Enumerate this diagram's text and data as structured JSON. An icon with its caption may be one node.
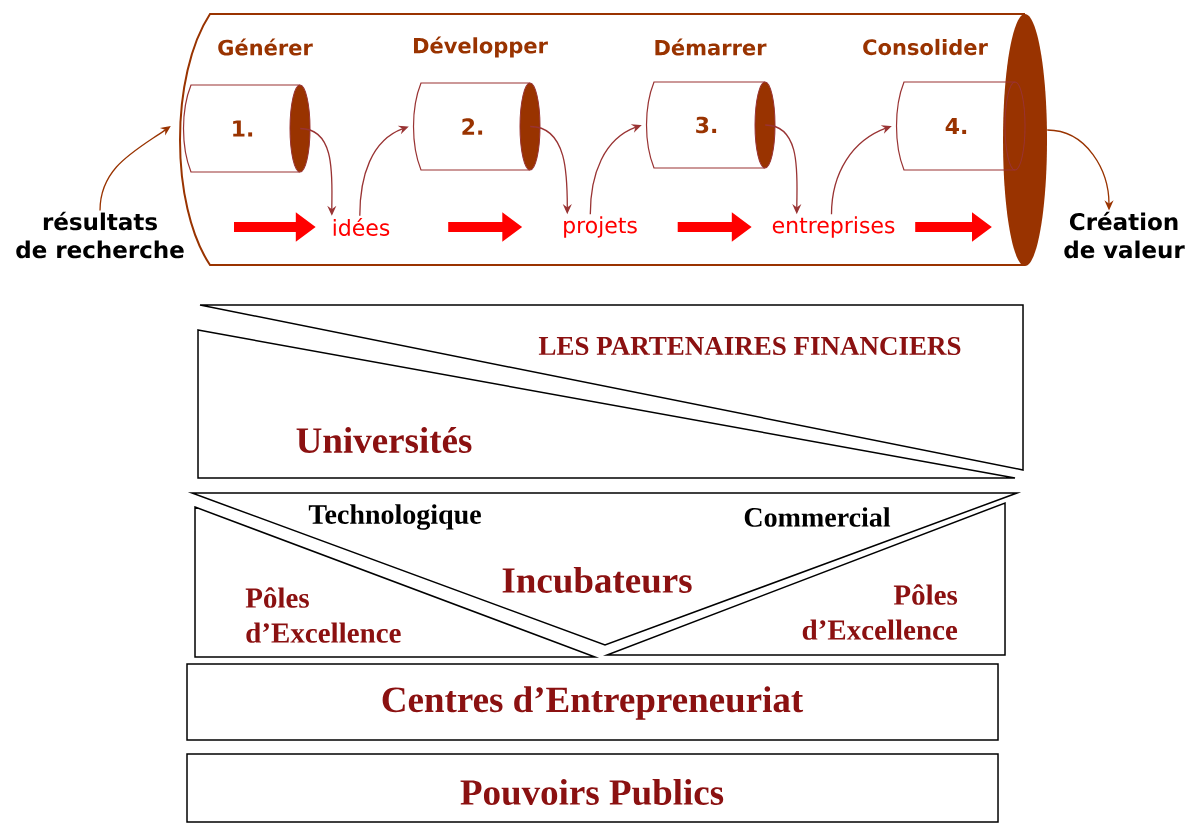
{
  "diagram": {
    "nodes": [
      {
        "text": [],
        "shape": "cylinder"
      },
      {
        "text": [
          "Générer",
          "1."
        ],
        "in": 0
      },
      {
        "text": [
          "Développer",
          "2."
        ],
        "in": 0
      },
      {
        "text": [
          "Démarrer",
          "3."
        ],
        "in": 0
      },
      {
        "text": [
          "Consolider",
          "4."
        ],
        "in": 0
      },
      {
        "text": [
          "idées"
        ],
        "in": 0
      },
      {
        "text": [
          "projets"
        ],
        "in": 0
      },
      {
        "text": [
          "entreprises"
        ],
        "in": 0
      },
      {
        "text": [
          "résultats de recherche"
        ]
      },
      {
        "text": [
          "Création de valeur"
        ]
      },
      {
        "text": [
          "LES PARTENAIRES FINANCIERS"
        ]
      },
      {
        "text": [
          "Universités"
        ]
      },
      {
        "text": [
          "Technologique",
          "Commercial",
          "Incubateurs"
        ]
      },
      {
        "text": [
          "Pôles d’Excellence"
        ]
      },
      {
        "text": [
          "Pôles d’Excellence"
        ]
      },
      {
        "text": [
          "Centres d’Entrepreneuriat"
        ]
      },
      {
        "text": [
          "Pouvoirs Publics"
        ]
      }
    ],
    "edges": [
      {
        "from": 8,
        "to": 0,
        "arrow": "to",
        "color": "#993300"
      },
      {
        "from": 1,
        "to": 5,
        "arrow": "to"
      },
      {
        "from": 5,
        "to": 2,
        "arrow": "to"
      },
      {
        "from": 2,
        "to": 6,
        "arrow": "to"
      },
      {
        "from": 6,
        "to": 3,
        "arrow": "to"
      },
      {
        "from": 3,
        "to": 7,
        "arrow": "to"
      },
      {
        "from": 7,
        "to": 4,
        "arrow": "to"
      },
      {
        "from": null,
        "to": 5,
        "arrow": "to",
        "style": "thick",
        "color": "#ff0000"
      },
      {
        "from": 5,
        "to": 6,
        "arrow": "to",
        "style": "thick",
        "color": "#ff0000"
      },
      {
        "from": 6,
        "to": 7,
        "arrow": "to",
        "style": "thick",
        "color": "#ff0000"
      },
      {
        "from": 7,
        "to": null,
        "arrow": "to",
        "style": "thick",
        "color": "#ff0000"
      },
      {
        "from": 0,
        "to": 9,
        "arrow": "to",
        "color": "#993300"
      }
    ]
  }
}
